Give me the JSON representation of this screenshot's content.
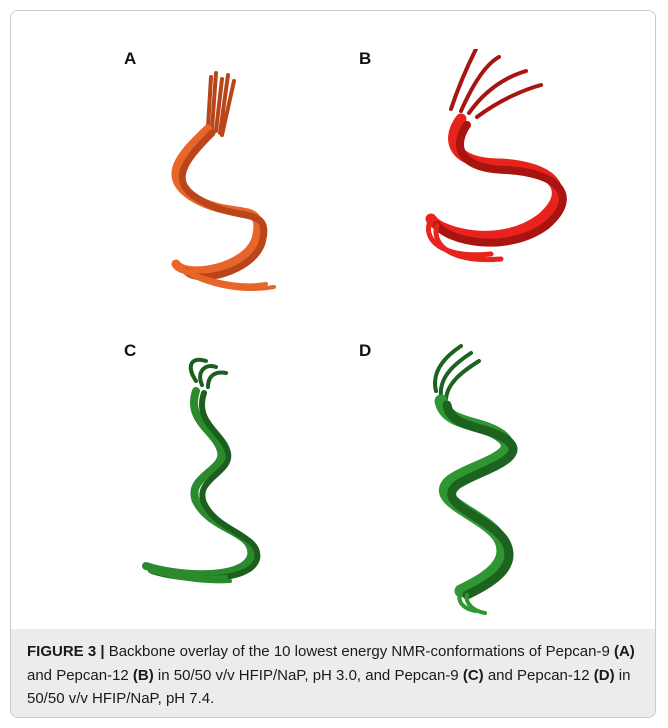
{
  "figure": {
    "panels": [
      {
        "label": "A",
        "color": "#e8652a",
        "shade": "#b8461a"
      },
      {
        "label": "B",
        "color": "#e8221c",
        "shade": "#a81410"
      },
      {
        "label": "C",
        "color": "#2a8a2c",
        "shade": "#1b5e1d"
      },
      {
        "label": "D",
        "color": "#2f9634",
        "shade": "#1d6320"
      }
    ]
  },
  "caption": {
    "number": "FIGURE 3 |",
    "t1": " Backbone overlay of the 10 lowest energy NMR-conformations of Pepcan-9 ",
    "r1": "(A)",
    "t2": " and Pepcan-12 ",
    "r2": "(B)",
    "t3": " in 50/50 v/v HFIP/NaP, pH 3.0, and Pepcan-9 ",
    "r3": "(C)",
    "t4": " and Pepcan-12 ",
    "r4": "(D)",
    "t5": " in 50/50 v/v HFIP/NaP, pH 7.4."
  }
}
